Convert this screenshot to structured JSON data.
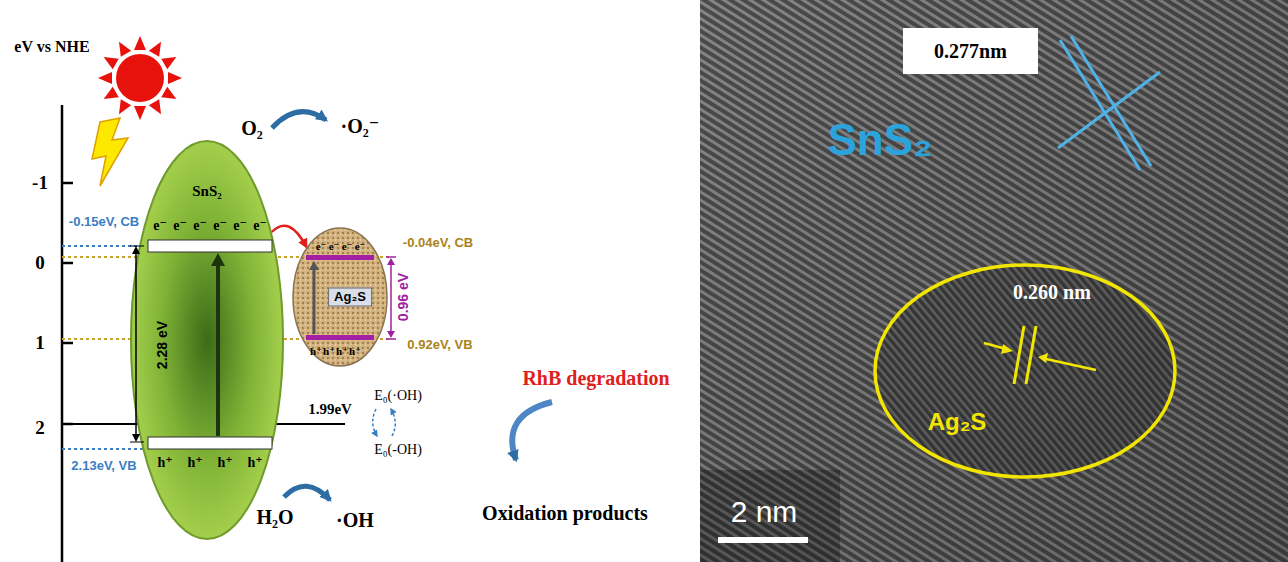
{
  "diagram": {
    "nodes": [
      {
        "text": [
          "SnS₂",
          "2.28 eV"
        ]
      },
      {
        "text": [
          "Ag₂S"
        ]
      },
      {
        "text": [
          "0.277nm"
        ]
      },
      {
        "text": [
          "0.260 nm",
          "Ag₂S"
        ]
      }
    ],
    "edges": [
      {
        "from": 0,
        "to": 1,
        "arrow": "to"
      }
    ],
    "labels": [
      "eV vs NHE",
      "-1",
      "0",
      "1",
      "2",
      "-0.15eV, CB",
      "2.13eV, VB",
      "e⁻",
      "e⁻",
      "e⁻",
      "e⁻",
      "e⁻",
      "e⁻",
      "h⁺",
      "h⁺",
      "h⁺",
      "h⁺",
      "O₂",
      "·O₂⁻",
      "-0.04eV, CB",
      "e⁻",
      "e⁻",
      "e⁻",
      "e⁻",
      "h⁺",
      "h⁺",
      "h⁺",
      "h⁺",
      "0.96 eV",
      "0.92eV, VB",
      "1.99eV",
      "E₀(·OH)",
      "E₀(-OH)",
      "H₂O",
      "·OH",
      "RhB degradation",
      "Oxidation products",
      "SnS₂",
      "2 nm"
    ]
  }
}
